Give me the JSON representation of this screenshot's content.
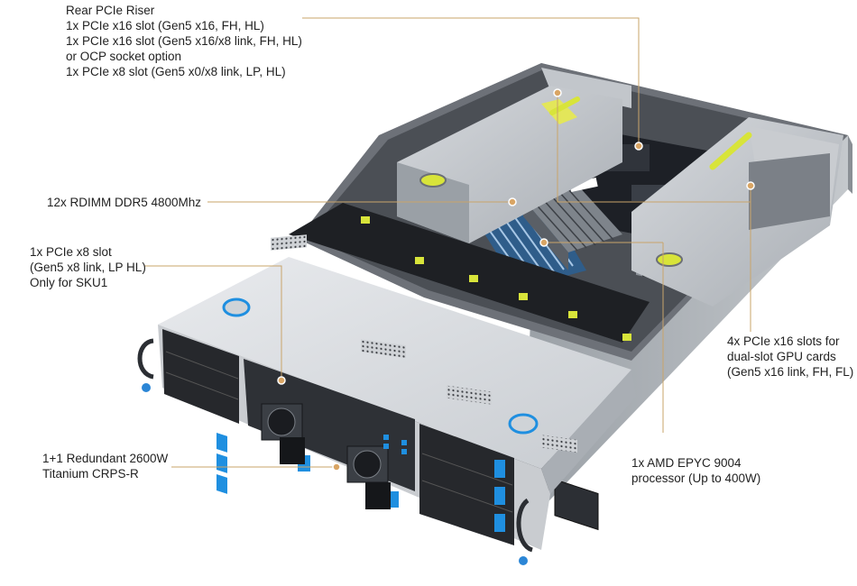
{
  "callouts": {
    "rear_riser": {
      "lines": [
        "Rear PCIe Riser",
        "1x PCIe x16 slot (Gen5 x16, FH, HL)",
        "1x PCIe x16 slot (Gen5 x16/x8 link, FH, HL)",
        "or OCP socket option",
        "1x PCIe x8 slot (Gen5 x0/x8 link, LP, HL)"
      ]
    },
    "rdimm": {
      "lines": [
        "12x RDIMM DDR5 4800Mhz"
      ]
    },
    "pcie_x8_front": {
      "lines": [
        "1x PCIe x8 slot",
        "(Gen5 x8 link, LP HL)",
        "Only for SKU1"
      ]
    },
    "gpu_slots": {
      "lines": [
        "4x PCIe x16 slots for",
        "dual-slot GPU cards",
        "(Gen5 x16 link, FH, FL)"
      ]
    },
    "cpu": {
      "lines": [
        "1x AMD EPYC 9004",
        "processor (Up to 400W)"
      ]
    },
    "psu": {
      "lines": [
        "1+1 Redundant 2600W",
        "Titanium CRPS-R"
      ]
    }
  },
  "colors": {
    "leader_line": "#c9a46a",
    "dot": "#d9a564",
    "chassis_light": "#dfe1e4",
    "chassis_mid": "#b7bbc0",
    "chassis_dark": "#2a2c30",
    "drive_accent": "#1f8fe0",
    "riser_accent": "#d8e43a"
  }
}
